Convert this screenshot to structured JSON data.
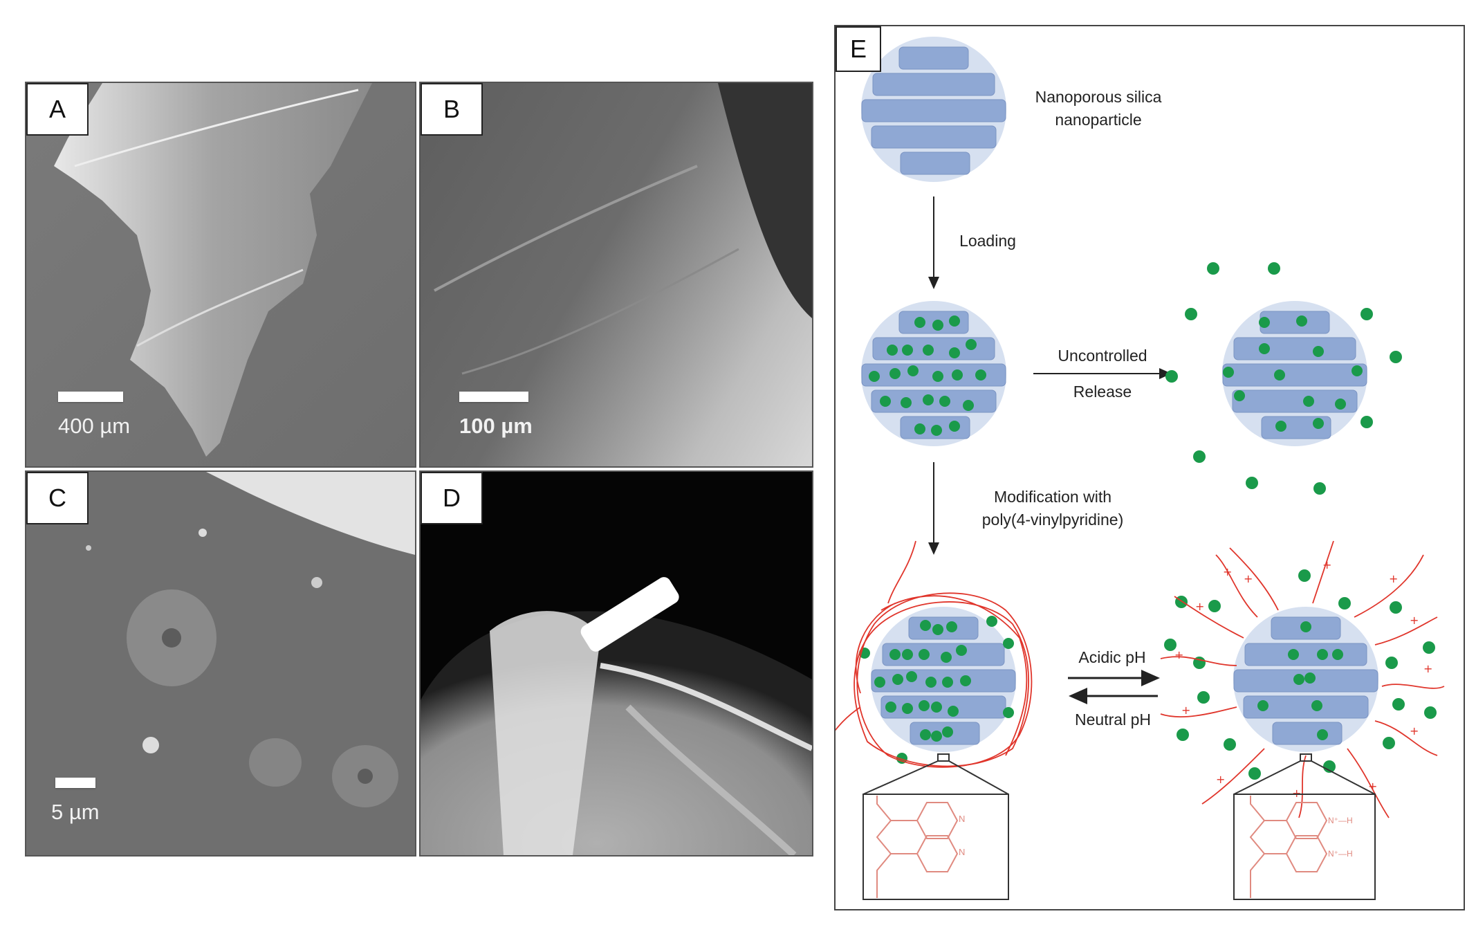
{
  "figure": {
    "panels": [
      {
        "id": "A",
        "label": "A",
        "scale_bar": "400 µm",
        "description": "SEM image of screw-shaped implant"
      },
      {
        "id": "B",
        "label": "B",
        "scale_bar": "100 µm",
        "description": "SEM close-up of implant thread surface"
      },
      {
        "id": "C",
        "label": "C",
        "scale_bar": "5 µm",
        "description": "SEM image of cells on surface"
      },
      {
        "id": "D",
        "label": "D",
        "scale_bar": "",
        "description": "X-ray radiograph of shoulder with implanted screw"
      },
      {
        "id": "E",
        "label": "E",
        "description": "Schematic of pH-responsive drug release from nanoporous silica"
      }
    ],
    "diagram": {
      "particle_label_line1": "Nanoporous silica",
      "particle_label_line2": "nanoparticle",
      "step_loading": "Loading",
      "step_uncontrolled_line1": "Uncontrolled",
      "step_uncontrolled_line2": "Release",
      "step_modification_line1": "Modification with",
      "step_modification_line2": "poly(4-vinylpyridine)",
      "forward_condition": "Acidic pH",
      "reverse_condition": "Neutral pH",
      "pyridine_atom": "N",
      "pyridinium_atom": "N⁺—H"
    },
    "colors": {
      "particle_shell": "#d6e0f0",
      "pore_channel": "#8fa8d4",
      "drug_molecule": "#1a9a4a",
      "polymer_chain": "#e0352b",
      "structure_line": "#e08a80",
      "frame": "#333333"
    }
  }
}
